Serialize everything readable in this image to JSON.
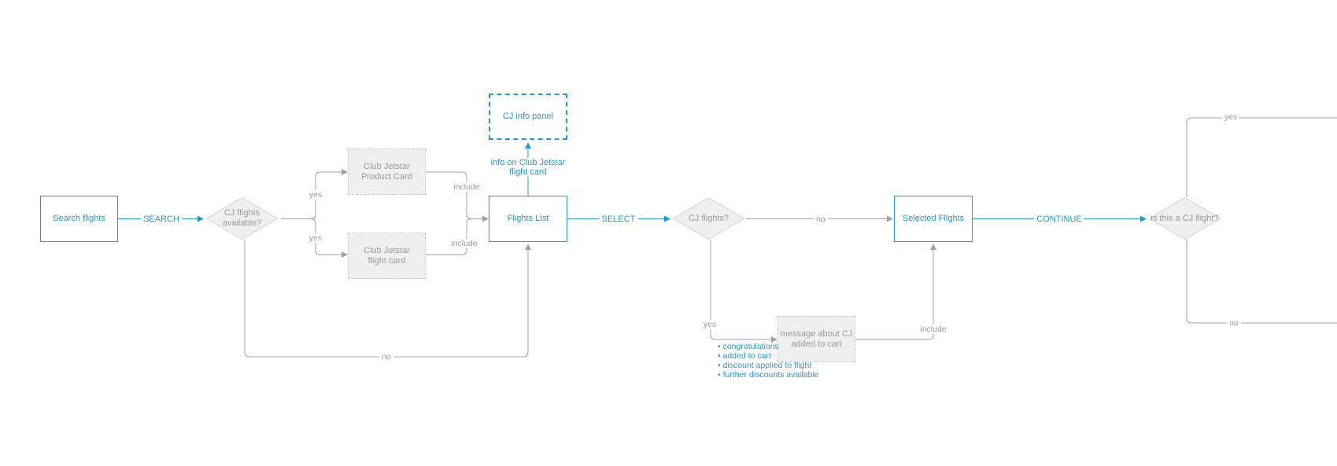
{
  "nodes": {
    "search_flights": "Search flights",
    "cj_info_panel": "CJ info panel",
    "club_jetstar_product_card": "Club Jetstar Product Card",
    "club_jetstar_flight_card": "Club Jetstar flight card",
    "flights_list": "Flights List",
    "selected_flights": "Selected Flights",
    "message_cj_added": "message about CJ added to cart"
  },
  "decisions": {
    "cj_flights_available": "CJ flights available?",
    "cj_flights": "CJ flights?",
    "is_cj_flight": "is this a CJ flight?"
  },
  "edges": {
    "search": "SEARCH",
    "select": "SELECT",
    "continue": "CONTINUE",
    "yes_product_card": "yes",
    "yes_flight_card": "yes",
    "no_available": "no",
    "include_product_card": "include",
    "include_flight_card": "include",
    "info_on_flight_card": "info on Club Jetstar flight card",
    "no_cj_flights": "no",
    "yes_cj_flights": "yes",
    "include_message": "include",
    "yes_is_cj": "yes",
    "no_is_cj": "no"
  },
  "notes": [
    "congratulations",
    "added to cart",
    "discount applied to flight",
    "further discounts available"
  ],
  "colors": {
    "accent": "#1e9ad6",
    "line_gray": "#a0a0a0",
    "text_gray": "#9a9a9a",
    "node_fill": "#efefef"
  }
}
